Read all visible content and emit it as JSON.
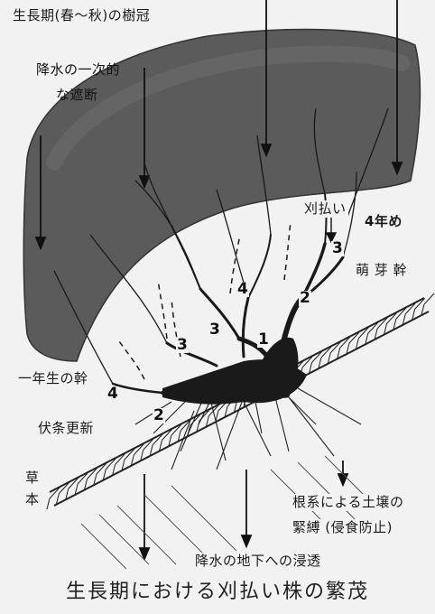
{
  "labels": {
    "canopy": "生長期(春～秋)の樹冠",
    "rain_block_1": "降水の一次的",
    "rain_block_2": "な遮断",
    "cutting": "刈払い",
    "year4": "4年め",
    "sprout_trunk": "萌 芽 幹",
    "first_year_trunk": "一年生の幹",
    "layering": "伏条更新",
    "herb_1": "草",
    "herb_2": "本",
    "root_1": "根系による土壌の",
    "root_2": "緊縛 (侵食防止)",
    "infiltration": "降水の地下への浸透"
  },
  "year_numbers": {
    "n1": "1",
    "n2_center": "2",
    "n2_left": "2",
    "n3_center": "3",
    "n3_left": "3",
    "n3_right": "3",
    "n4_left": "4",
    "n4_center": "4"
  },
  "caption": "生長期における刈払い株の繁茂",
  "colors": {
    "ink": "#1a1a1a",
    "canopy": "#5a5a5a",
    "paper": "#f2f2f2"
  }
}
